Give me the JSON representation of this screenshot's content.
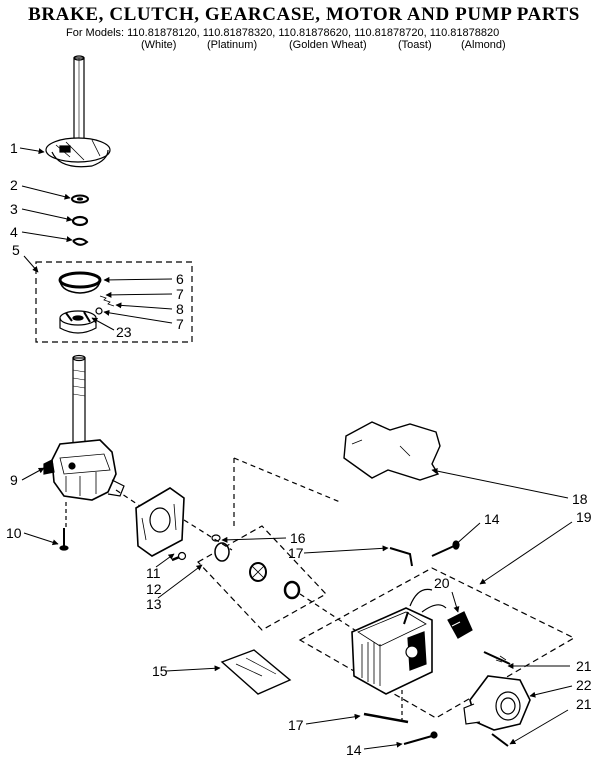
{
  "title": "BRAKE, CLUTCH, GEARCASE, MOTOR AND PUMP PARTS",
  "models": "For Models: 110.81878120, 110.81878320, 110.81878620, 110.81878720, 110.81878820",
  "colors": [
    "(White)",
    "(Platinum)",
    "(Golden Wheat)",
    "(Toast)",
    "(Almond)"
  ],
  "callouts": {
    "c1": "1",
    "c2": "2",
    "c3": "3",
    "c4": "4",
    "c5": "5",
    "c6": "6",
    "c7a": "7",
    "c8": "8",
    "c7b": "7",
    "c23": "23",
    "c9": "9",
    "c10": "10",
    "c11": "11",
    "c12": "12",
    "c13": "13",
    "c14a": "14",
    "c15": "15",
    "c16": "16",
    "c17a": "17",
    "c18": "18",
    "c19": "19",
    "c20": "20",
    "c21a": "21",
    "c22": "22",
    "c21b": "21",
    "c17b": "17",
    "c14b": "14"
  }
}
